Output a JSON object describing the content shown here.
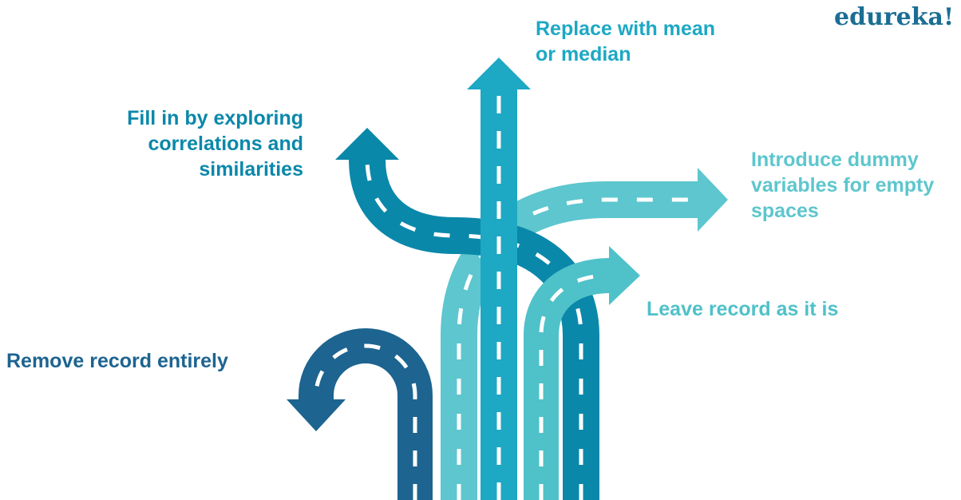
{
  "brand": {
    "logo_text": "edureka!",
    "color": "#1b6e93"
  },
  "options": {
    "remove": {
      "label": "Remove record entirely",
      "color": "#1d6490"
    },
    "leave": {
      "label": "Leave record as it is",
      "color": "#4fc1c9"
    },
    "replace": {
      "label": "Replace with mean\nor median",
      "color": "#1da8c4"
    },
    "fill": {
      "label": "Fill in by exploring\ncorrelations and\nsimilarities",
      "color": "#0a88aa"
    },
    "dummy": {
      "label": "Introduce dummy\nvariables for empty\nspaces",
      "color": "#5dc6ce"
    }
  },
  "lane_marking_color": "#ffffff"
}
